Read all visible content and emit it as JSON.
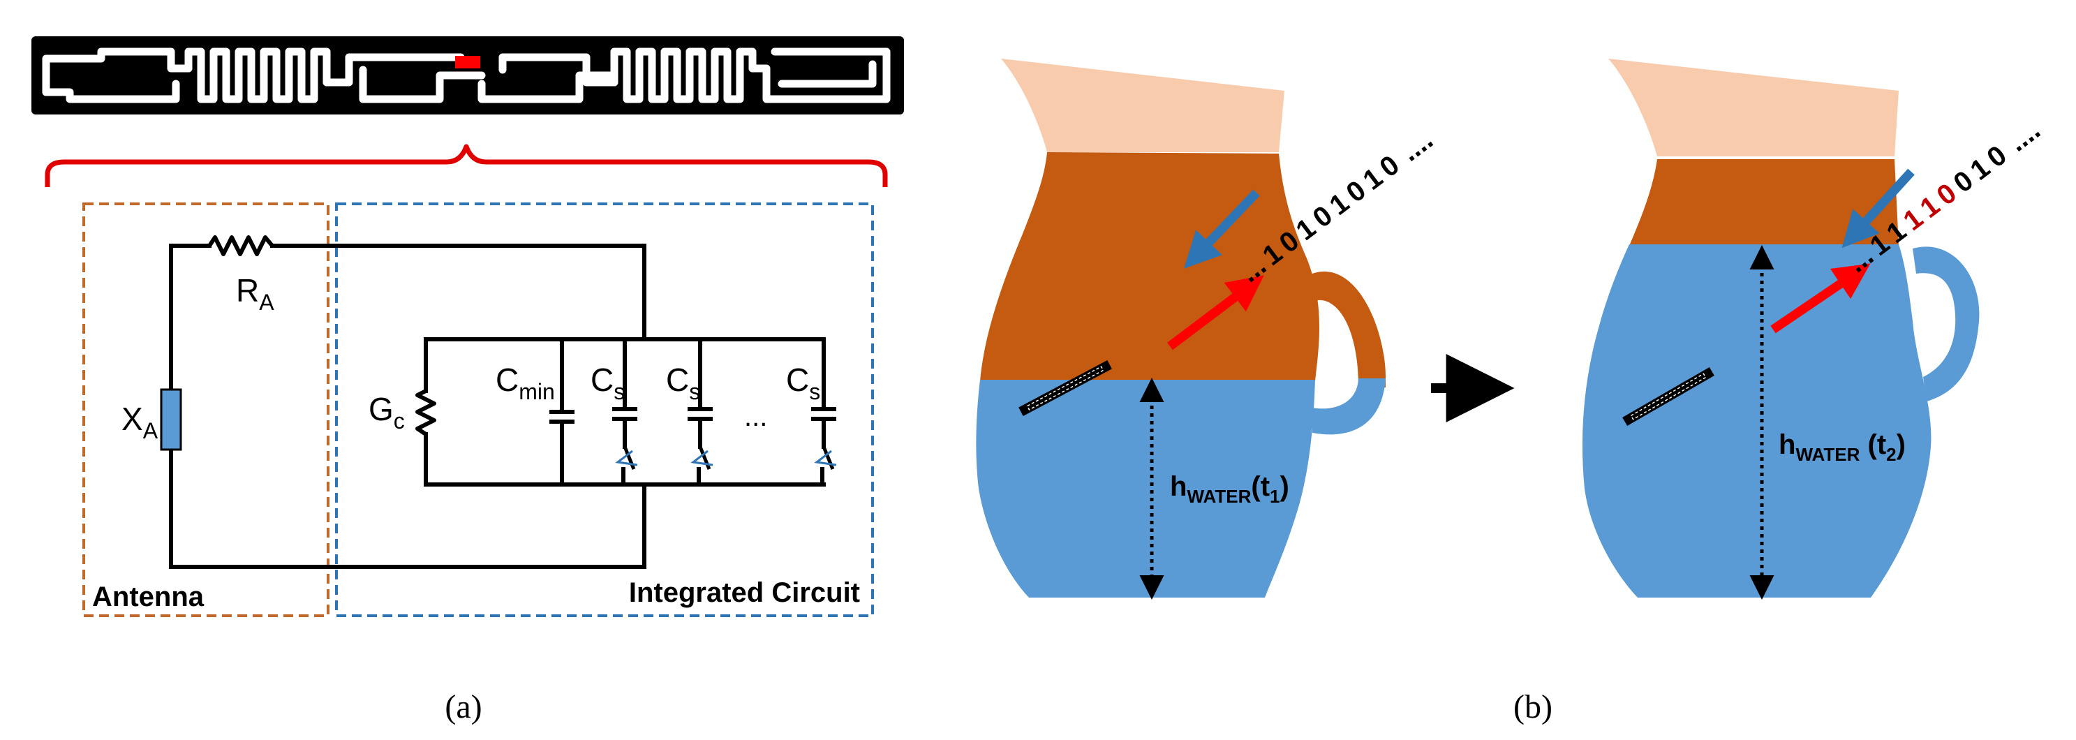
{
  "panel_a": {
    "caption": "(a)",
    "antenna_label": "Antenna",
    "ic_label": "Integrated Circuit",
    "ra": {
      "main": "R",
      "sub": "A"
    },
    "xa": {
      "main": "X",
      "sub": "A"
    },
    "gc": {
      "main": "G",
      "sub": "c"
    },
    "cmin": {
      "main": "C",
      "sub": "min"
    },
    "cs": {
      "main": "C",
      "sub": "s"
    },
    "ellipsis": "...",
    "colors": {
      "antenna_box": "#c0692a",
      "ic_box": "#2e75b6",
      "brace": "#e00000",
      "resistor": "#5b9bd5",
      "switch": "#2e75b6"
    }
  },
  "panel_b": {
    "caption": "(b)",
    "h1": {
      "main": "h",
      "sub": "WATER",
      "arg_open": "(t",
      "arg_sub": "1",
      "arg_close": ")"
    },
    "h2": {
      "main": "h",
      "sub": "WATER",
      "arg_open": " (t",
      "arg_sub": "2",
      "arg_close": ")"
    },
    "bits_t1": {
      "prefix": "...",
      "bits": "10101010",
      "suffix": "...."
    },
    "bits_t2": {
      "prefix": "...",
      "bits": "11110010",
      "suffix": "...."
    },
    "highlight_t2": [
      2,
      3,
      4
    ],
    "colors": {
      "water": "#5b9bd5",
      "coffee": "#c55a11",
      "spout": "#f8cbad",
      "tx_arrow": "#2e75b6",
      "rx_arrow": "#ff0000",
      "bit_highlight": "#c00000"
    }
  }
}
